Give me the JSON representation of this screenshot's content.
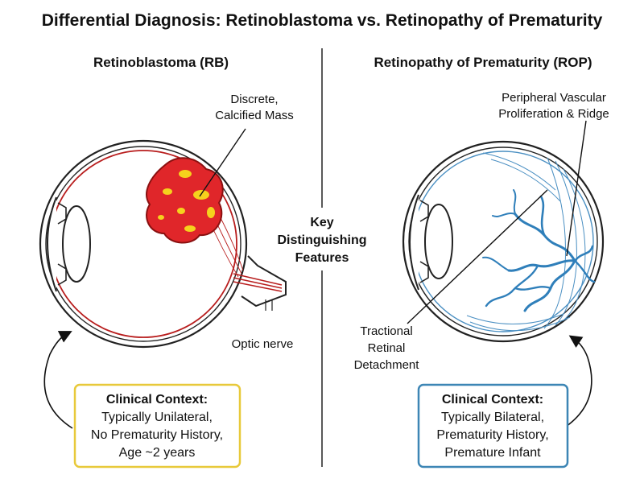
{
  "title": "Differential Diagnosis: Retinoblastoma vs. Retinopathy of Prematurity",
  "center": {
    "key_lines": [
      "Key",
      "Distinguishing",
      "Features"
    ]
  },
  "left": {
    "heading": "Retinoblastoma (RB)",
    "mass_label": [
      "Discrete,",
      "Calcified Mass"
    ],
    "nerve_label": "Optic nerve",
    "box": {
      "title": "Clinical Context:",
      "lines": [
        "Typically Unilateral,",
        "No Prematurity History,",
        "Age ~2 years"
      ]
    }
  },
  "right": {
    "heading": "Retinopathy of Prematurity (ROP)",
    "ridge_label": [
      "Peripheral Vascular",
      "Proliferation & Ridge"
    ],
    "detachment_label": [
      "Tractional",
      "Retinal",
      "Detachment"
    ],
    "box": {
      "title": "Clinical Context:",
      "lines": [
        "Typically Bilateral,",
        "Prematurity History,",
        "Premature Infant"
      ]
    }
  },
  "colors": {
    "rb_box_border": "#e8c93a",
    "rop_box_border": "#3d86b5",
    "tumor_fill": "#e0262a",
    "calcification": "#f5d21d",
    "retina_red": "#b81d1d",
    "vessel_blue": "#2f7fba"
  }
}
